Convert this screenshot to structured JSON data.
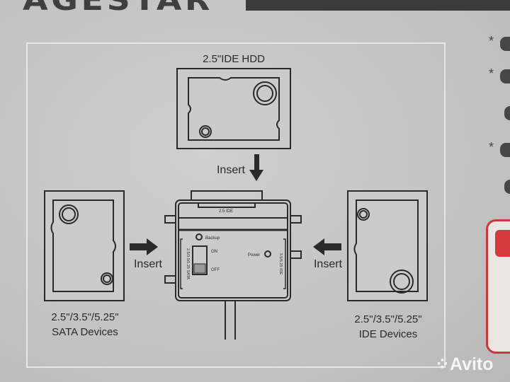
{
  "brand": {
    "logo_text": "AGESTAR"
  },
  "diagram": {
    "top_device": {
      "label": "2.5\"IDE HDD"
    },
    "left_device": {
      "label_line1": "2.5\"/3.5\"/5.25\"",
      "label_line2": "SATA Devices"
    },
    "right_device": {
      "label_line1": "2.5\"/3.5\"/5.25\"",
      "label_line2": "IDE Devices"
    },
    "insert_label": "Insert",
    "adapter": {
      "top_port": "2.5 IDE",
      "backup": "Backup",
      "switch_on": "ON",
      "switch_off": "OFF",
      "power": "Power",
      "left_port": "2.5/3.5/5.25 SATA",
      "right_port": "3.5/5.25 IDE"
    }
  },
  "side_bullets": [
    "*",
    "*",
    "*"
  ],
  "watermark": "Avito",
  "colors": {
    "background": "#c4c4c2",
    "ink": "#2a2a2a",
    "accent_red": "#c8383c"
  }
}
